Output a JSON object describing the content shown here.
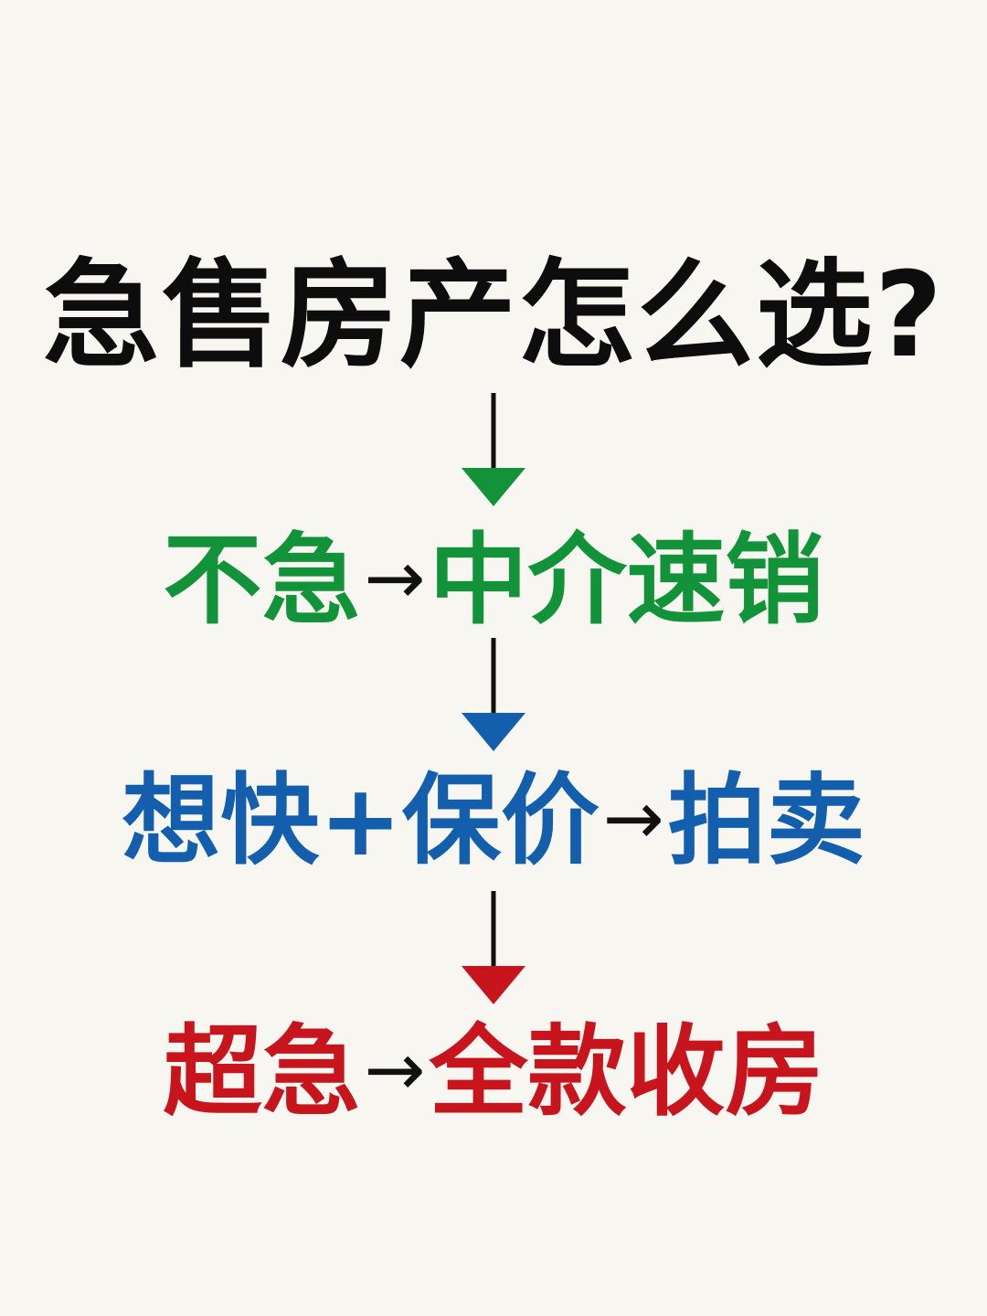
{
  "title": "急售房产怎么选?",
  "colors": {
    "title": "#0d0d0d",
    "green": "#12933a",
    "blue": "#135fae",
    "red": "#c8141c",
    "arrow_shaft": "#111111"
  },
  "rows": [
    {
      "condition": "不急",
      "arrow": "→",
      "result": "中介速销",
      "color": "#12933a"
    },
    {
      "condition": "想快+保价",
      "arrow": "→",
      "result": "拍卖",
      "color": "#135fae"
    },
    {
      "condition": "超急",
      "arrow": "→",
      "result": "全款收房",
      "color": "#c8141c"
    }
  ],
  "connectors": [
    {
      "icon": "down-arrow-icon",
      "head_color": "#12933a"
    },
    {
      "icon": "down-arrow-icon",
      "head_color": "#135fae"
    },
    {
      "icon": "down-arrow-icon",
      "head_color": "#c8141c"
    }
  ]
}
